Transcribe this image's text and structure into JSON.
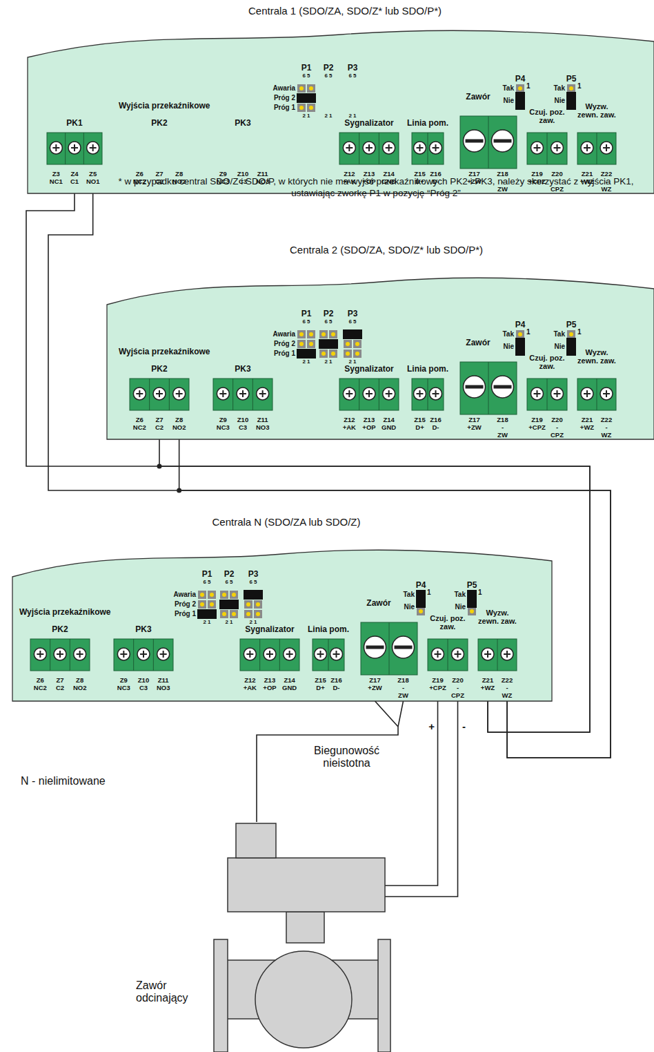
{
  "diagram": {
    "nodes": [
      {
        "text": [
          "Centrala 1 (SDO/ZA, SDO/Z* lub SDO/P*)"
        ]
      },
      {
        "text": [
          "Centrala 2 (SDO/ZA, SDO/Z* lub SDO/P*)"
        ]
      },
      {
        "text": [
          "Centrala N (SDO/ZA lub SDO/Z)"
        ]
      },
      {
        "text": [
          "Zawór odcinający"
        ]
      }
    ],
    "edges": [
      {
        "from": 0,
        "to": 2,
        "arrow": "none"
      },
      {
        "from": 0,
        "to": 2,
        "arrow": "none"
      },
      {
        "from": 1,
        "to": 2,
        "arrow": "none"
      },
      {
        "from": 1,
        "to": 2,
        "arrow": "none"
      },
      {
        "from": 2,
        "to": 3,
        "label": "Biegunowość nieistotna",
        "arrow": "none"
      },
      {
        "from": 2,
        "to": 3,
        "label": "+",
        "arrow": "none"
      },
      {
        "from": 2,
        "to": 3,
        "label": "-",
        "arrow": "none"
      }
    ],
    "labels": [
      "Wyjścia przekaźnikowe",
      "PK1",
      "PK2",
      "PK3",
      "P1",
      "6 5",
      "2 1",
      "P2",
      "6 5",
      "2 1",
      "P3",
      "6 5",
      "2 1",
      "Awaria",
      "Próg 2",
      "Próg 1",
      "Zawór",
      "P4",
      "Tak",
      "Nie",
      "1",
      "P5",
      "Tak",
      "Nie",
      "1",
      "Czuj. poz. zaw.",
      "Wyzw. zewn. zaw.",
      "Sygnalizator",
      "Linia pom.",
      "Z3 NC1",
      "Z4 C1",
      "Z5 NO1",
      "Z6 NC2",
      "Z7 C2",
      "Z8 NO2",
      "Z9 NC3",
      "Z10 C3",
      "Z11 NO3",
      "Z12 +AK",
      "Z13 +OP",
      "Z14 GND",
      "Z15 D+",
      "Z16 D-",
      "Z17 +ZW",
      "Z18 -ZW",
      "Z19 +CPZ",
      "Z20 -CPZ",
      "Z21 +WZ",
      "Z22 -WZ",
      "Wyjścia przekaźnikowe",
      "PK2",
      "PK3",
      "P1",
      "6 5",
      "2 1",
      "P2",
      "6 5",
      "2 1",
      "P3",
      "6 5",
      "2 1",
      "Awaria",
      "Próg 2",
      "Próg 1",
      "Zawór",
      "P4",
      "Tak",
      "Nie",
      "1",
      "P5",
      "Tak",
      "Nie",
      "1",
      "Czuj. poz. zaw.",
      "Wyzw. zewn. zaw.",
      "Sygnalizator",
      "Linia pom.",
      "Z6 NC2",
      "Z7 C2",
      "Z8 NO2",
      "Z9 NC3",
      "Z10 C3",
      "Z11 NO3",
      "Z12 +AK",
      "Z13 +OP",
      "Z14 GND",
      "Z15 D+",
      "Z16 D-",
      "Z17 +ZW",
      "Z18 -ZW",
      "Z19 +CPZ",
      "Z20 -CPZ",
      "Z21 +WZ",
      "Z22 -WZ",
      "Wyjścia przekaźnikowe",
      "PK2",
      "PK3",
      "P1",
      "6 5",
      "2 1",
      "P2",
      "6 5",
      "2 1",
      "P3",
      "6 5",
      "2 1",
      "Awaria",
      "Próg 2",
      "Próg 1",
      "Zawór",
      "P4",
      "Tak",
      "Nie",
      "1",
      "P5",
      "Tak",
      "Nie",
      "1",
      "Czuj. poz. zaw.",
      "Wyzw. zewn. zaw.",
      "Sygnalizator",
      "Linia pom.",
      "Z6 NC2",
      "Z7 C2",
      "Z8 NO2",
      "Z9 NC3",
      "Z10 C3",
      "Z11 NO3",
      "Z12 +AK",
      "Z13 +OP",
      "Z14 GND",
      "Z15 D+",
      "Z16 D-",
      "Z17 +ZW",
      "Z18 -ZW",
      "Z19 +CPZ",
      "Z20 -CPZ",
      "Z21 +WZ",
      "Z22 -WZ",
      "* w przypadku central SDO/Z i SDO/P, w których nie ma wyjść przekaźnikowych PK2 i PK3, należy skorzystać z wyjścia PK1, ustawiając zworkę P1 w pozycję “Próg 2”",
      "N - nielimitowane"
    ]
  }
}
